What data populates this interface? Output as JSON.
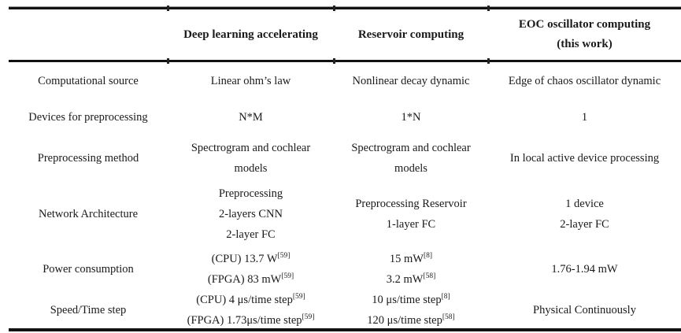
{
  "table": {
    "header": {
      "col1": "",
      "col2": "Deep learning accelerating",
      "col3": "Reservoir computing",
      "col4_line1": "EOC oscillator computing",
      "col4_line2": "(this work)"
    },
    "rows": [
      {
        "label": "Computational source",
        "cells": [
          {
            "lines": [
              {
                "text": "Linear ohm’s law"
              }
            ]
          },
          {
            "lines": [
              {
                "text": "Nonlinear decay dynamic"
              }
            ]
          },
          {
            "lines": [
              {
                "text": "Edge of chaos oscillator dynamic"
              }
            ]
          }
        ]
      },
      {
        "label": "Devices for preprocessing",
        "cells": [
          {
            "lines": [
              {
                "text": "N*M"
              }
            ]
          },
          {
            "lines": [
              {
                "text": "1*N"
              }
            ]
          },
          {
            "lines": [
              {
                "text": "1"
              }
            ]
          }
        ]
      },
      {
        "label": "Preprocessing method",
        "cells": [
          {
            "lines": [
              {
                "text": "Spectrogram and cochlear"
              },
              {
                "text": "models"
              }
            ]
          },
          {
            "lines": [
              {
                "text": "Spectrogram and cochlear"
              },
              {
                "text": "models"
              }
            ]
          },
          {
            "lines": [
              {
                "text": "In local active device processing"
              }
            ]
          }
        ]
      },
      {
        "label": "Network Architecture",
        "cells": [
          {
            "lines": [
              {
                "text": "Preprocessing"
              },
              {
                "text": "2-layers CNN"
              },
              {
                "text": "2-layer FC"
              }
            ]
          },
          {
            "lines": [
              {
                "text": "Preprocessing Reservoir"
              },
              {
                "text": "1-layer FC"
              }
            ]
          },
          {
            "lines": [
              {
                "text": "1 device"
              },
              {
                "text": "2-layer FC"
              }
            ]
          }
        ]
      },
      {
        "label": "Power consumption",
        "cells": [
          {
            "lines": [
              {
                "text": "(CPU) 13.7 W",
                "sup": "[59]"
              },
              {
                "text": "(FPGA) 83 mW",
                "sup": "[59]"
              }
            ]
          },
          {
            "lines": [
              {
                "text": "15 mW",
                "sup": "[8]"
              },
              {
                "text": "3.2 mW",
                "sup": "[58]"
              }
            ]
          },
          {
            "lines": [
              {
                "text": "1.76-1.94 mW"
              }
            ]
          }
        ]
      },
      {
        "label": "Speed/Time step",
        "cells": [
          {
            "lines": [
              {
                "text": "(CPU) 4 μs/time step",
                "sup": "[59]"
              },
              {
                "text": "(FPGA) 1.73μs/time step",
                "sup": "[59]"
              }
            ]
          },
          {
            "lines": [
              {
                "text": "10 μs/time step",
                "sup": "[8]"
              },
              {
                "text": "120 μs/time step",
                "sup": "[58]"
              }
            ]
          },
          {
            "lines": [
              {
                "text": "Physical Continuously"
              }
            ]
          }
        ]
      }
    ]
  }
}
